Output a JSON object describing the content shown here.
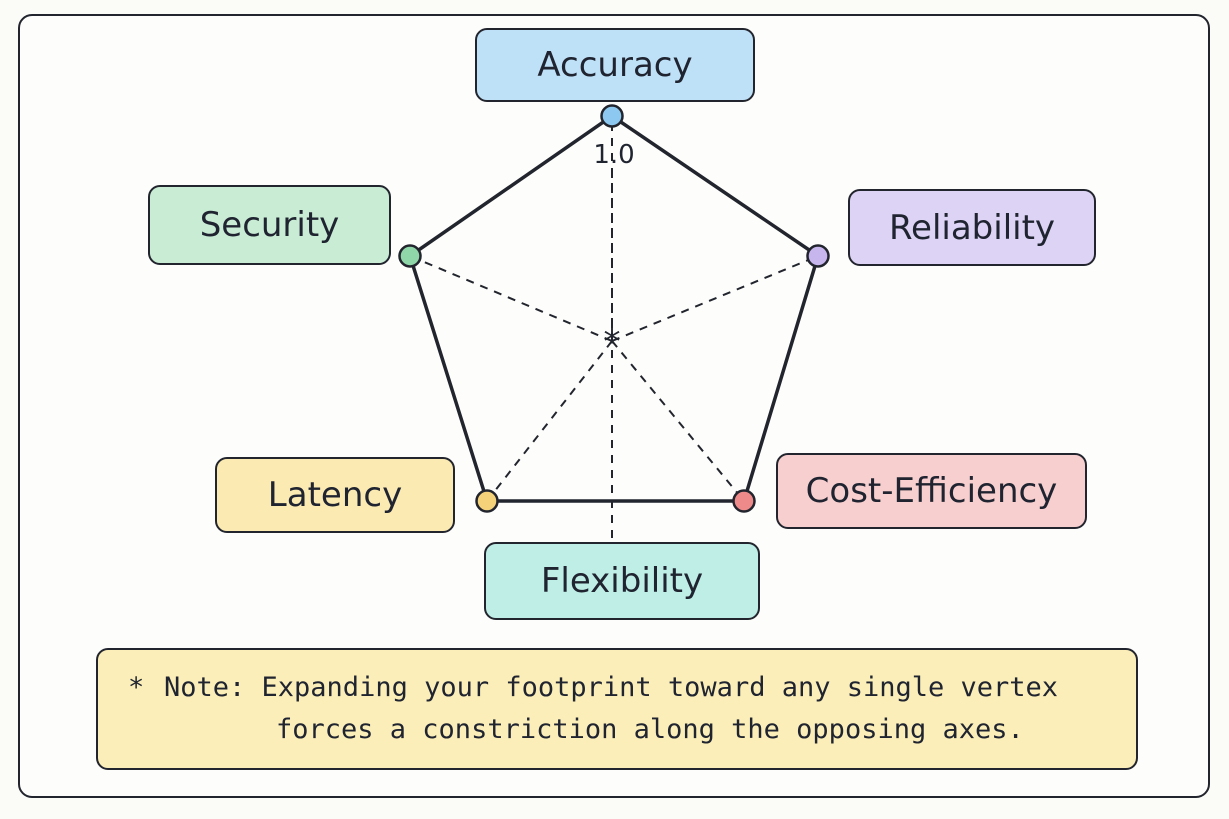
{
  "diagram": {
    "scale_label": "1.0",
    "center_marker": "*",
    "axes": [
      {
        "id": "accuracy",
        "label": "Accuracy",
        "color": "#bfe1f7",
        "dot_color": "#8cc8ef"
      },
      {
        "id": "reliability",
        "label": "Reliability",
        "color": "#ddd3f5",
        "dot_color": "#c7b6ee"
      },
      {
        "id": "cost",
        "label": "Cost-Efficiency",
        "color": "#f8cfcf",
        "dot_color": "#ef8a8a"
      },
      {
        "id": "latency",
        "label": "Latency",
        "color": "#fbeab2",
        "dot_color": "#f4d27a"
      },
      {
        "id": "security",
        "label": "Security",
        "color": "#c9ecd5",
        "dot_color": "#8fd6a8"
      }
    ],
    "flexibility": {
      "label": "Flexibility",
      "color": "#bfeee6"
    }
  },
  "note": {
    "marker": "*",
    "line1": "Note: Expanding your footprint toward any single vertex",
    "line2": "forces a constriction along the opposing axes.",
    "color": "#fbeeb8"
  }
}
